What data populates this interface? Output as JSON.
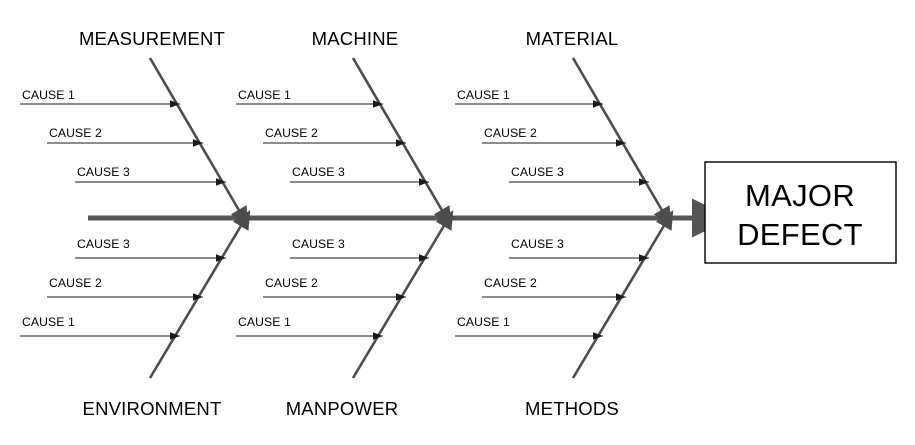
{
  "diagram": {
    "type": "fishbone-ishikawa-cause-and-effect",
    "effect": {
      "line1": "MAJOR",
      "line2": "DEFECT"
    },
    "colors": {
      "spine": "#555555",
      "bone": "#4d4d4d",
      "cause_line": "#1a1a1a",
      "text": "#000000",
      "background": "#ffffff",
      "box_border": "#000000"
    },
    "categories_top": [
      {
        "label": "MEASUREMENT",
        "causes": [
          {
            "label": "CAUSE 1"
          },
          {
            "label": "CAUSE 2"
          },
          {
            "label": "CAUSE 3"
          }
        ]
      },
      {
        "label": "MACHINE",
        "causes": [
          {
            "label": "CAUSE 1"
          },
          {
            "label": "CAUSE 2"
          },
          {
            "label": "CAUSE 3"
          }
        ]
      },
      {
        "label": "MATERIAL",
        "causes": [
          {
            "label": "CAUSE 1"
          },
          {
            "label": "CAUSE 2"
          },
          {
            "label": "CAUSE 3"
          }
        ]
      }
    ],
    "categories_bottom": [
      {
        "label": "ENVIRONMENT",
        "causes": [
          {
            "label": "CAUSE 3"
          },
          {
            "label": "CAUSE 2"
          },
          {
            "label": "CAUSE 1"
          }
        ]
      },
      {
        "label": "MANPOWER",
        "causes": [
          {
            "label": "CAUSE 3"
          },
          {
            "label": "CAUSE 2"
          },
          {
            "label": "CAUSE 1"
          }
        ]
      },
      {
        "label": "METHODS",
        "causes": [
          {
            "label": "CAUSE 3"
          },
          {
            "label": "CAUSE 2"
          },
          {
            "label": "CAUSE 1"
          }
        ]
      }
    ]
  }
}
